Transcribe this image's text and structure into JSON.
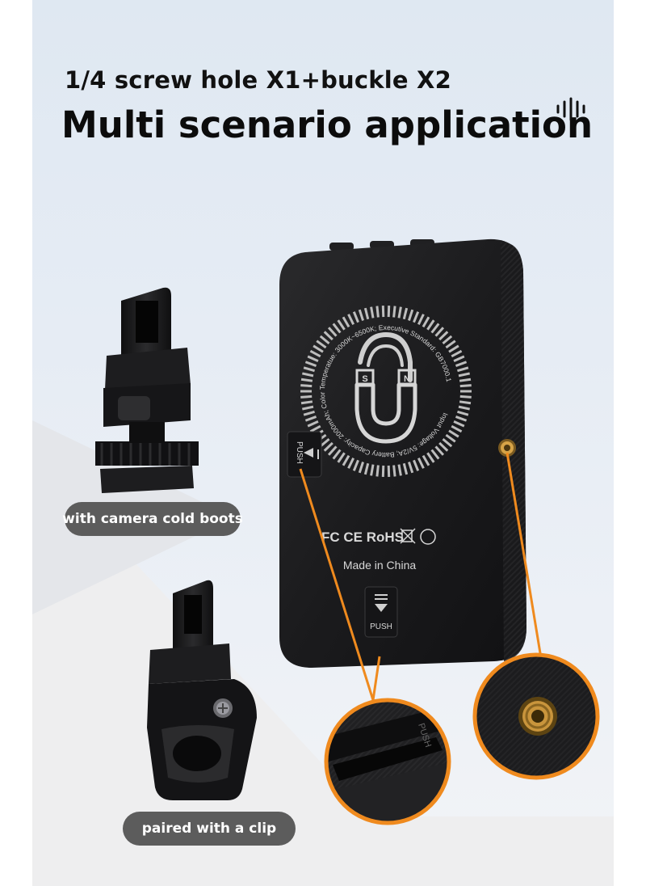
{
  "headline": {
    "subtitle": "1/4 screw hole X1+buckle X2",
    "title": "Multi scenario application"
  },
  "icons": {
    "sound": "sound-wave-icon",
    "magnet": "horseshoe-magnet-icon"
  },
  "device": {
    "ring_text": "Input Voltage: 5V/2A; Battery Capacity: 2000mAh; Color Temperatue: 3000K~6500K; Executive Standard: GB7000.1",
    "magnet_pole_left": "S",
    "magnet_pole_right": "N",
    "push_side": "PUSH",
    "push_bottom": "PUSH",
    "certifications": "FC CE RoHS",
    "made_in": "Made in China"
  },
  "accessories": {
    "cold_boot_label": "with camera cold boots",
    "clip_label": "paired with a clip"
  },
  "closeups": {
    "slot_engraving": "PUSH"
  },
  "colors": {
    "accent": "#ef8a1e",
    "device": "#1d1d1f",
    "pill": "#5c5c5c",
    "background_top": "#dfe9f3",
    "background_bottom": "#f0f3f7"
  }
}
